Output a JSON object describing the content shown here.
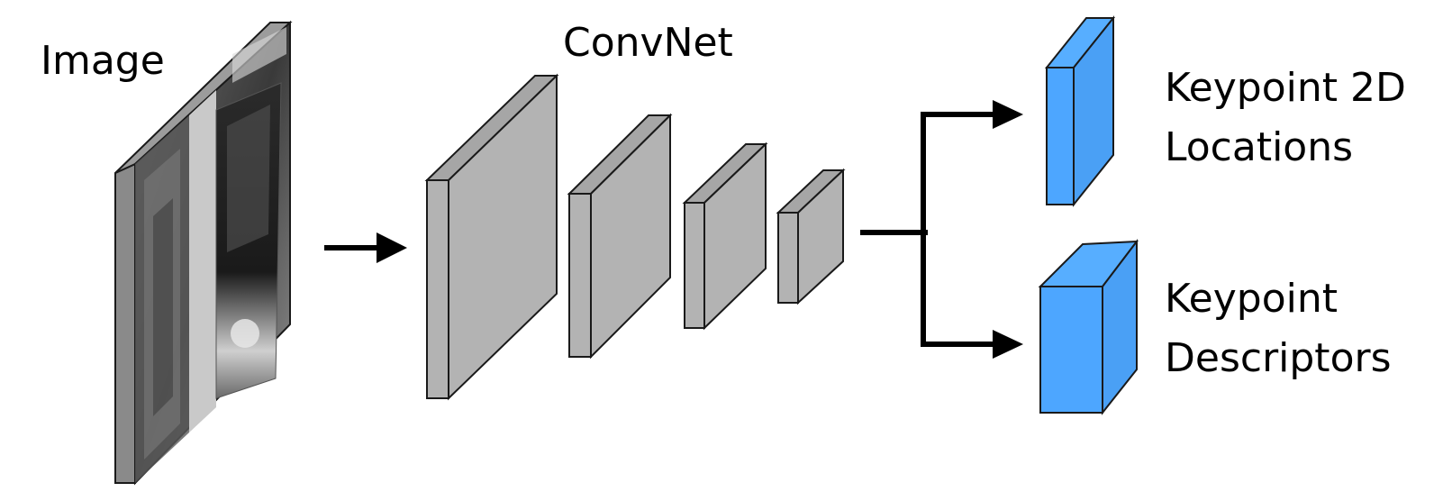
{
  "labels": {
    "image": "Image",
    "convnet": "ConvNet",
    "keypoint_locations_line1": "Keypoint 2D",
    "keypoint_locations_line2": "Locations",
    "keypoint_descriptors_line1": "Keypoint",
    "keypoint_descriptors_line2": "Descriptors"
  },
  "colors": {
    "feature_map_front": "#b3b3b3",
    "feature_map_side": "#8f8f8f",
    "feature_map_top": "#a6a6a6",
    "output_front": "#4da6ff",
    "output_side": "#4aa0f5",
    "output_top": "#57aeff",
    "stroke": "#1a1a1a",
    "arrow": "#000000"
  },
  "icons": {
    "input_image": "photo-thumbnail-icon"
  }
}
